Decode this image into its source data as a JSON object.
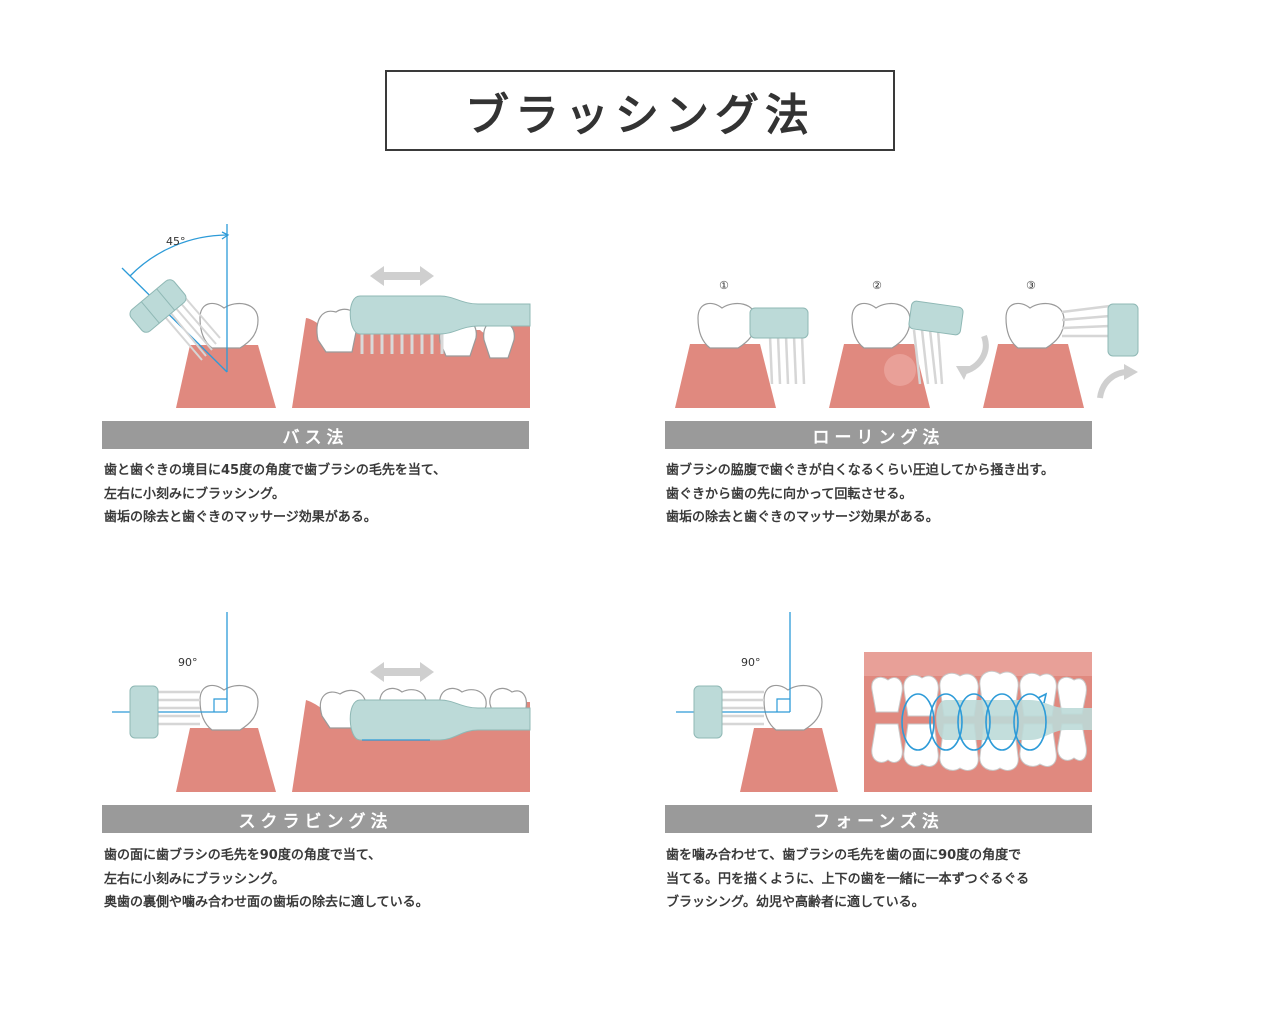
{
  "title": "ブラッシング法",
  "colors": {
    "gum": "#e0897f",
    "gum_light": "#ecaaa2",
    "tooth": "#ffffff",
    "tooth_stroke": "#9a9a9a",
    "brush": "#bcdad8",
    "brush_stroke": "#8fb8b5",
    "bristle": "#e4e4e4",
    "guide": "#2d9bd8",
    "arrow": "#cfcfcf",
    "label_bg": "#9a9a9a"
  },
  "bass": {
    "angle_label": "45°",
    "label": "バス法",
    "desc": [
      "歯と歯ぐきの境目に45度の角度で歯ブラシの毛先を当て、",
      "左右に小刻みにブラッシング。",
      "歯垢の除去と歯ぐきのマッサージ効果がある。"
    ]
  },
  "rolling": {
    "steps": [
      "①",
      "②",
      "③"
    ],
    "label": "ローリング法",
    "desc": [
      "歯ブラシの脇腹で歯ぐきが白くなるくらい圧迫してから掻き出す。",
      "歯ぐきから歯の先に向かって回転させる。",
      "歯垢の除去と歯ぐきのマッサージ効果がある。"
    ]
  },
  "scrubbing": {
    "angle_label": "90°",
    "label": "スクラビング法",
    "desc": [
      "歯の面に歯ブラシの毛先を90度の角度で当て、",
      "左右に小刻みにブラッシング。",
      "奥歯の裏側や噛み合わせ面の歯垢の除去に適している。"
    ]
  },
  "fones": {
    "angle_label": "90°",
    "label": "フォーンズ法",
    "desc": [
      "歯を噛み合わせて、歯ブラシの毛先を歯の面に90度の角度で",
      "当てる。円を描くように、上下の歯を一緒に一本ずつぐるぐる",
      "ブラッシング。幼児や高齢者に適している。"
    ]
  }
}
